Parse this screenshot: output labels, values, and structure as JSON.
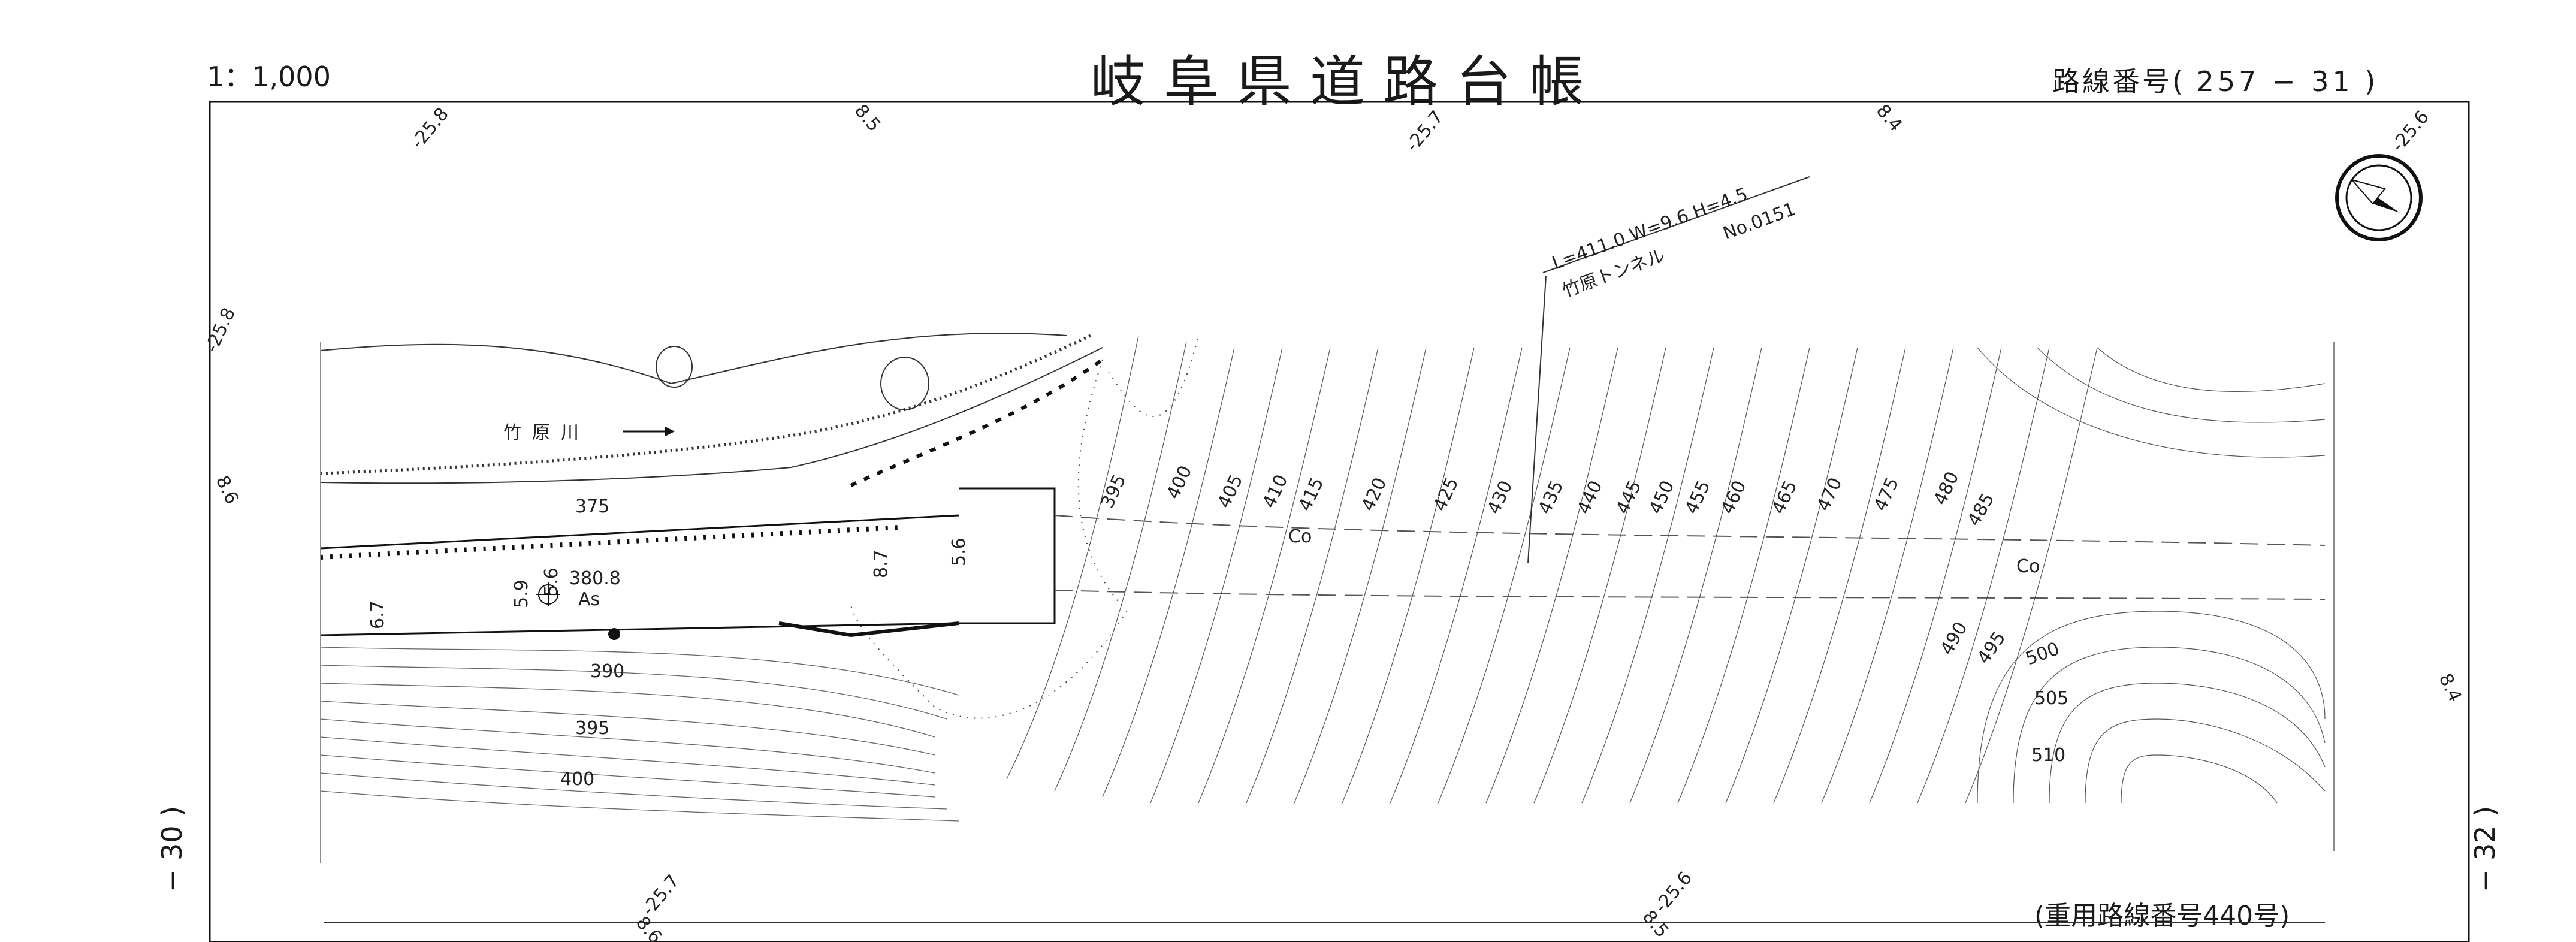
{
  "header": {
    "scale": "1：1,000",
    "title": "岐阜県道路台帳",
    "route_label": "路線番号(",
    "route_number": "257 − 31",
    "route_close": ")"
  },
  "side": {
    "left_page": "− 30 )",
    "right_page": "− 32 )"
  },
  "footer": {
    "note": "(重用路線番号440号)"
  },
  "map": {
    "river_name": "竹原川",
    "tunnel_spec": "L=411.0  W=9.6  H=4.5",
    "tunnel_name": "竹原トンネル",
    "tunnel_no": "No.0151",
    "benchmark": "380.8",
    "pavement_labels": [
      "Co",
      "Co",
      "As"
    ],
    "chainages": [
      "-25.8",
      "8.5",
      "-25.7",
      "8.4",
      "-25.6",
      "-25.8",
      "8.6",
      "8.4",
      "8.6",
      "-25.7",
      "8.5",
      "-25.6"
    ],
    "contours": [
      "375",
      "390",
      "395",
      "400",
      "395",
      "400",
      "405",
      "410",
      "415",
      "420",
      "425",
      "430",
      "435",
      "440",
      "445",
      "450",
      "455",
      "460",
      "465",
      "470",
      "475",
      "480",
      "485",
      "490",
      "495",
      "500",
      "505",
      "510"
    ],
    "widths": [
      "5.6",
      "5.9",
      "8.7",
      "5.6",
      "6.7"
    ]
  }
}
